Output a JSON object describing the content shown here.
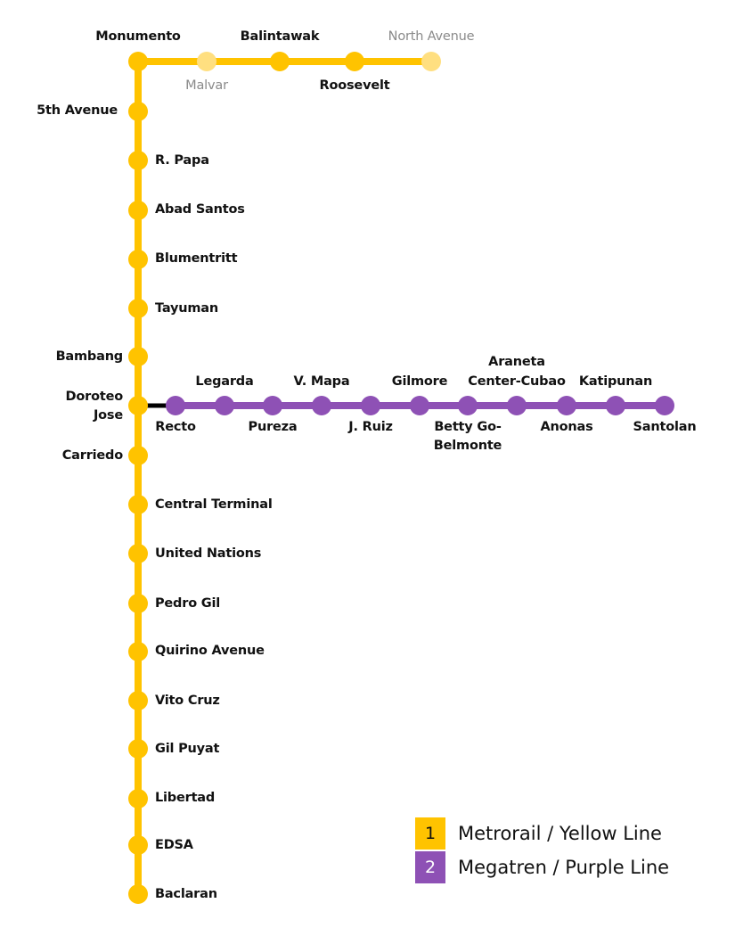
{
  "colors": {
    "yellow": "#FFC300",
    "yellow_faded": "#FFDF80",
    "purple": "#8E51B5",
    "connector": "#000000"
  },
  "yellow_line": {
    "name": "Metrorail / Yellow Line",
    "number": "1",
    "branch_stations": [
      {
        "name": "Monumento",
        "pos": "above",
        "status": "open"
      },
      {
        "name": "Malvar",
        "pos": "below",
        "status": "future"
      },
      {
        "name": "Balintawak",
        "pos": "above",
        "status": "open"
      },
      {
        "name": "Roosevelt",
        "pos": "below",
        "status": "open"
      },
      {
        "name": "North Avenue",
        "pos": "above",
        "status": "future"
      }
    ],
    "trunk_stations": [
      {
        "name": "5th Avenue",
        "side": "left"
      },
      {
        "name": "R. Papa",
        "side": "right"
      },
      {
        "name": "Abad Santos",
        "side": "right"
      },
      {
        "name": "Blumentritt",
        "side": "right"
      },
      {
        "name": "Tayuman",
        "side": "right"
      },
      {
        "name": "Bambang",
        "side": "left"
      },
      {
        "name": "Doroteo Jose",
        "line1": "Doroteo",
        "line2": "Jose",
        "side": "left"
      },
      {
        "name": "Carriedo",
        "side": "left"
      },
      {
        "name": "Central Terminal",
        "side": "right"
      },
      {
        "name": "United Nations",
        "side": "right"
      },
      {
        "name": "Pedro Gil",
        "side": "right"
      },
      {
        "name": "Quirino Avenue",
        "side": "right"
      },
      {
        "name": "Vito Cruz",
        "side": "right"
      },
      {
        "name": "Gil Puyat",
        "side": "right"
      },
      {
        "name": "Libertad",
        "side": "right"
      },
      {
        "name": "EDSA",
        "side": "right"
      },
      {
        "name": "Baclaran",
        "side": "right"
      }
    ]
  },
  "purple_line": {
    "name": "Megatren / Purple Line",
    "number": "2",
    "stations": [
      {
        "name": "Recto",
        "pos": "below"
      },
      {
        "name": "Legarda",
        "pos": "above"
      },
      {
        "name": "Pureza",
        "pos": "below"
      },
      {
        "name": "V. Mapa",
        "pos": "above"
      },
      {
        "name": "J. Ruiz",
        "pos": "below"
      },
      {
        "name": "Gilmore",
        "pos": "above"
      },
      {
        "name": "Betty Go-Belmonte",
        "line1": "Betty Go-",
        "line2": "Belmonte",
        "pos": "below"
      },
      {
        "name": "Araneta Center-Cubao",
        "line1": "Araneta",
        "line2": "Center-Cubao",
        "pos": "above"
      },
      {
        "name": "Anonas",
        "pos": "below"
      },
      {
        "name": "Katipunan",
        "pos": "above"
      },
      {
        "name": "Santolan",
        "pos": "below"
      }
    ]
  },
  "legend": [
    {
      "number": "1",
      "label": "Metrorail / Yellow Line"
    },
    {
      "number": "2",
      "label": "Megatren / Purple Line"
    }
  ]
}
